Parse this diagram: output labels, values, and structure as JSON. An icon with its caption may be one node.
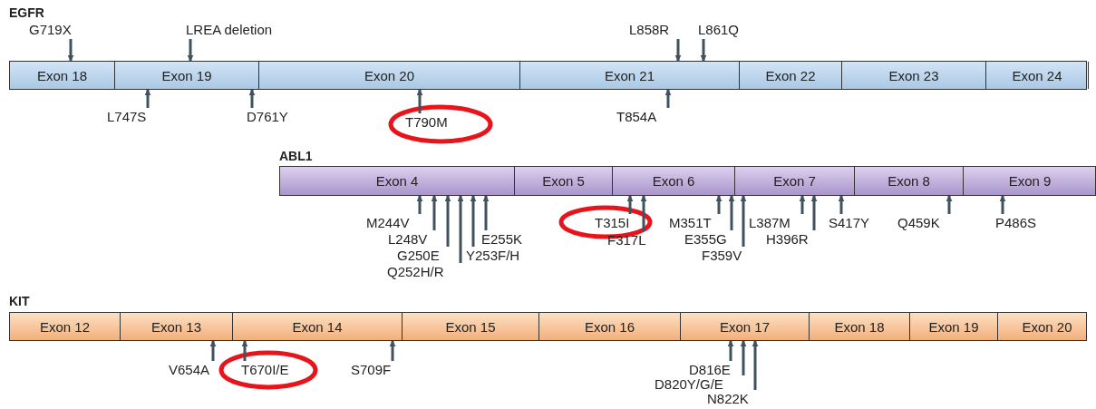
{
  "diagram": {
    "nodes": [
      {
        "text": [
          "EGFR"
        ]
      },
      {
        "text": [
          "Exon 18"
        ],
        "in": 0
      },
      {
        "text": [
          "Exon 19"
        ],
        "in": 0
      },
      {
        "text": [
          "Exon 20"
        ],
        "in": 0
      },
      {
        "text": [
          "Exon 21"
        ],
        "in": 0
      },
      {
        "text": [
          "Exon 22"
        ],
        "in": 0
      },
      {
        "text": [
          "Exon 23"
        ],
        "in": 0
      },
      {
        "text": [
          "Exon 24"
        ],
        "in": 0
      },
      {
        "text": [
          "G719X"
        ]
      },
      {
        "text": [
          "LREA deletion"
        ]
      },
      {
        "text": [
          "L858R"
        ]
      },
      {
        "text": [
          "L861Q"
        ]
      },
      {
        "text": [
          "L747S"
        ]
      },
      {
        "text": [
          "D761Y"
        ]
      },
      {
        "text": [
          "T790M"
        ]
      },
      {
        "text": [
          "T854A"
        ]
      },
      {
        "text": [
          "ABL1"
        ]
      },
      {
        "text": [
          "Exon 4"
        ],
        "in": 16
      },
      {
        "text": [
          "Exon 5"
        ],
        "in": 16
      },
      {
        "text": [
          "Exon 6"
        ],
        "in": 16
      },
      {
        "text": [
          "Exon 7"
        ],
        "in": 16
      },
      {
        "text": [
          "Exon 8"
        ],
        "in": 16
      },
      {
        "text": [
          "Exon 9"
        ],
        "in": 16
      },
      {
        "text": [
          "M244V"
        ]
      },
      {
        "text": [
          "L248V"
        ]
      },
      {
        "text": [
          "G250E"
        ]
      },
      {
        "text": [
          "Q252H/R"
        ]
      },
      {
        "text": [
          "Y253F/H"
        ]
      },
      {
        "text": [
          "E255K"
        ]
      },
      {
        "text": [
          "T315I"
        ]
      },
      {
        "text": [
          "F317L"
        ]
      },
      {
        "text": [
          "M351T"
        ]
      },
      {
        "text": [
          "E355G"
        ]
      },
      {
        "text": [
          "F359V"
        ]
      },
      {
        "text": [
          "L387M"
        ]
      },
      {
        "text": [
          "H396R"
        ]
      },
      {
        "text": [
          "S417Y"
        ]
      },
      {
        "text": [
          "Q459K"
        ]
      },
      {
        "text": [
          "P486S"
        ]
      },
      {
        "text": [
          "KIT"
        ]
      },
      {
        "text": [
          "Exon 12"
        ],
        "in": 39
      },
      {
        "text": [
          "Exon 13"
        ],
        "in": 39
      },
      {
        "text": [
          "Exon 14"
        ],
        "in": 39
      },
      {
        "text": [
          "Exon 15"
        ],
        "in": 39
      },
      {
        "text": [
          "Exon 16"
        ],
        "in": 39
      },
      {
        "text": [
          "Exon 17"
        ],
        "in": 39
      },
      {
        "text": [
          "Exon 18"
        ],
        "in": 39
      },
      {
        "text": [
          "Exon 19"
        ],
        "in": 39
      },
      {
        "text": [
          "Exon 20"
        ],
        "in": 39
      },
      {
        "text": [
          "V654A"
        ]
      },
      {
        "text": [
          "T670I/E"
        ]
      },
      {
        "text": [
          "S709F"
        ]
      },
      {
        "text": [
          "D816E"
        ]
      },
      {
        "text": [
          "D820Y/G/E"
        ]
      },
      {
        "text": [
          "N822K"
        ]
      }
    ],
    "edges": [
      {
        "from": 8,
        "to": 1,
        "arrow": "to"
      },
      {
        "from": 9,
        "to": 2,
        "arrow": "to"
      },
      {
        "from": 10,
        "to": 4,
        "arrow": "to"
      },
      {
        "from": 11,
        "to": 4,
        "arrow": "to"
      },
      {
        "from": 12,
        "to": 2,
        "arrow": "to"
      },
      {
        "from": 13,
        "to": 2,
        "arrow": "to"
      },
      {
        "from": 14,
        "to": 3,
        "arrow": "to"
      },
      {
        "from": 15,
        "to": 4,
        "arrow": "to"
      },
      {
        "from": 23,
        "to": 17,
        "arrow": "to"
      },
      {
        "from": 24,
        "to": 17,
        "arrow": "to"
      },
      {
        "from": 25,
        "to": 17,
        "arrow": "to"
      },
      {
        "from": 26,
        "to": 17,
        "arrow": "to"
      },
      {
        "from": 27,
        "to": 17,
        "arrow": "to"
      },
      {
        "from": 28,
        "to": 17,
        "arrow": "to"
      },
      {
        "from": 29,
        "to": 19,
        "arrow": "to"
      },
      {
        "from": 30,
        "to": 19,
        "arrow": "to"
      },
      {
        "from": 31,
        "to": 19,
        "arrow": "to"
      },
      {
        "from": 32,
        "to": 19,
        "arrow": "to"
      },
      {
        "from": 33,
        "to": 20,
        "arrow": "to"
      },
      {
        "from": 34,
        "to": 20,
        "arrow": "to"
      },
      {
        "from": 35,
        "to": 20,
        "arrow": "to"
      },
      {
        "from": 36,
        "to": 20,
        "arrow": "to"
      },
      {
        "from": 37,
        "to": 21,
        "arrow": "to"
      },
      {
        "from": 38,
        "to": 22,
        "arrow": "to"
      },
      {
        "from": 49,
        "to": 41,
        "arrow": "to"
      },
      {
        "from": 50,
        "to": 42,
        "arrow": "to"
      },
      {
        "from": 51,
        "to": 42,
        "arrow": "to"
      },
      {
        "from": 52,
        "to": 45,
        "arrow": "to"
      },
      {
        "from": 53,
        "to": 45,
        "arrow": "to"
      },
      {
        "from": 54,
        "to": 45,
        "arrow": "to"
      }
    ]
  }
}
